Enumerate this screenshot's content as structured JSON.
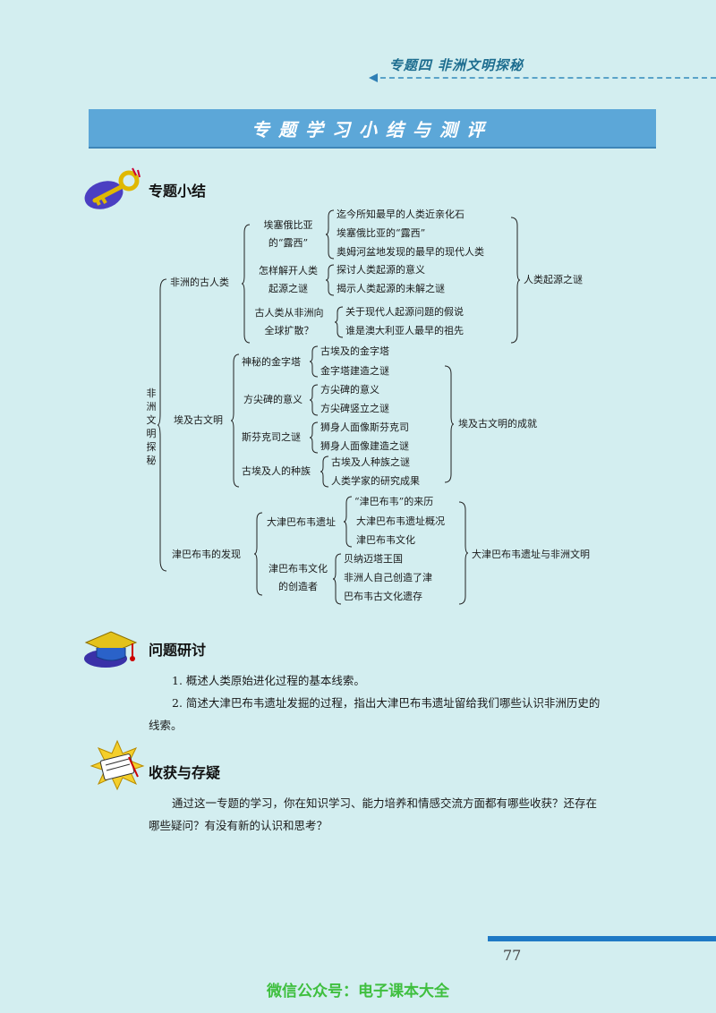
{
  "header": {
    "chapter_title": "专题四  非洲文明探秘",
    "banner_title": "专题学习小结与测评"
  },
  "sections": {
    "summary_title": "专题小结",
    "discussion_title": "问题研讨",
    "harvest_title": "收获与存疑"
  },
  "map": {
    "root": "非洲文明探秘",
    "branches": [
      {
        "label": "非洲的古人类",
        "conclusion": "人类起源之谜",
        "topics": [
          {
            "label": "埃塞俄比亚的“露西”",
            "lines": [
              "埃塞俄比亚",
              "的“露西”"
            ],
            "items": [
              "迄今所知最早的人类近亲化石",
              "埃塞俄比亚的“露西”",
              "奥姆河盆地发现的最早的现代人类"
            ]
          },
          {
            "label": "怎样解开人类起源之谜",
            "lines": [
              "怎样解开人类",
              "起源之谜"
            ],
            "items": [
              "探讨人类起源的意义",
              "揭示人类起源的未解之谜"
            ]
          },
          {
            "label": "古人类从非洲向全球扩散？",
            "lines": [
              "古人类从非洲向",
              "全球扩散？"
            ],
            "items": [
              "关于现代人起源问题的假说",
              "谁是澳大利亚人最早的祖先"
            ]
          }
        ]
      },
      {
        "label": "埃及古文明",
        "conclusion": "埃及古文明的成就",
        "topics": [
          {
            "label": "神秘的金字塔",
            "items": [
              "古埃及的金字塔",
              "金字塔建造之谜"
            ]
          },
          {
            "label": "方尖碑的意义",
            "items": [
              "方尖碑的意义",
              "方尖碑竖立之谜"
            ]
          },
          {
            "label": "斯芬克司之谜",
            "items": [
              "狮身人面像斯芬克司",
              "狮身人面像建造之谜"
            ]
          },
          {
            "label": "古埃及人的种族",
            "items": [
              "古埃及人种族之谜",
              "人类学家的研究成果"
            ]
          }
        ]
      },
      {
        "label": "津巴布韦的发现",
        "conclusion": "大津巴布韦遗址与非洲文明",
        "topics": [
          {
            "label": "大津巴布韦遗址",
            "items": [
              "“津巴布韦”的来历",
              "大津巴布韦遗址概况",
              "津巴布韦文化"
            ]
          },
          {
            "label": "津巴布韦文化的创造者",
            "lines": [
              "津巴布韦文化",
              "的创造者"
            ],
            "items": [
              "贝纳迈塔王国",
              "非洲人自己创造了津",
              "巴布韦古文化遗存"
            ]
          }
        ]
      }
    ]
  },
  "discussion": {
    "q1": "1. 概述人类原始进化过程的基本线索。",
    "q2_line1": "2. 简述大津巴布韦遗址发掘的过程，指出大津巴布韦遗址留给我们哪些认识非洲历史的",
    "q2_line2": "线索。"
  },
  "harvest": {
    "line1": "通过这一专题的学习，你在知识学习、能力培养和情感交流方面都有哪些收获？还存在",
    "line2": "哪些疑问？有没有新的认识和思考？"
  },
  "page_number": "77",
  "footer_text": "微信公众号：电子课本大全",
  "colors": {
    "background": "#d3eef0",
    "banner": "#5ca7d8",
    "accent_blue": "#1f79c5",
    "footer_green": "#3fbf3f"
  },
  "icons": [
    "key-icon",
    "graduation-cap-icon",
    "notebook-burst-icon",
    "arrow-left-icon"
  ]
}
